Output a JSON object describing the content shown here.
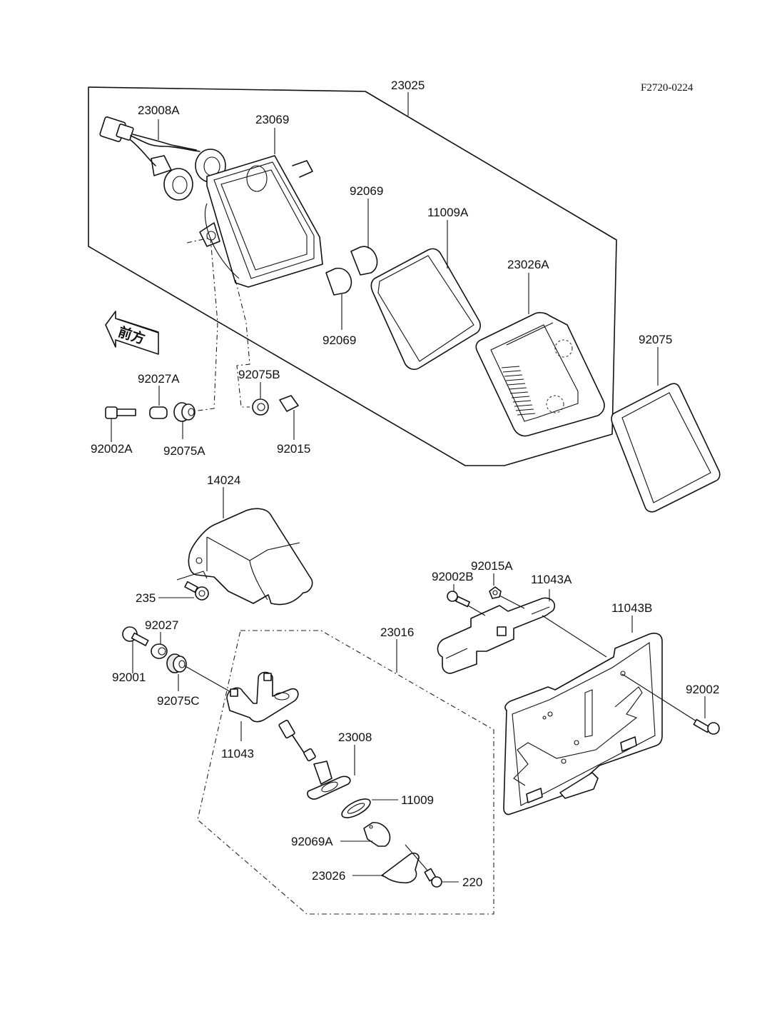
{
  "document": {
    "reference_code": "F2720-0224",
    "subject": "Tail / license plate lamp assembly exploded parts diagram"
  },
  "direction_arrow": {
    "label": "前方",
    "meaning": "front"
  },
  "assemblies": {
    "tail_lamp_assembly": "23025",
    "license_lamp_assembly": "23016"
  },
  "labels": {
    "p23025": "23025",
    "p23008A": "23008A",
    "p23069": "23069",
    "p92069_top": "92069",
    "p92069_bottom": "92069",
    "p11009A": "11009A",
    "p23026A": "23026A",
    "p92075": "92075",
    "p92027A": "92027A",
    "p92075B": "92075B",
    "p92002A": "92002A",
    "p92075A": "92075A",
    "p92015": "92015",
    "p14024": "14024",
    "p235": "235",
    "p92027": "92027",
    "p92001": "92001",
    "p92075C": "92075C",
    "p11043": "11043",
    "p23016": "23016",
    "p23008": "23008",
    "p11009": "11009",
    "p92069A": "92069A",
    "p23026": "23026",
    "p220": "220",
    "p92015A": "92015A",
    "p92002B": "92002B",
    "p11043A": "11043A",
    "p11043B": "11043B",
    "p92002": "92002"
  }
}
